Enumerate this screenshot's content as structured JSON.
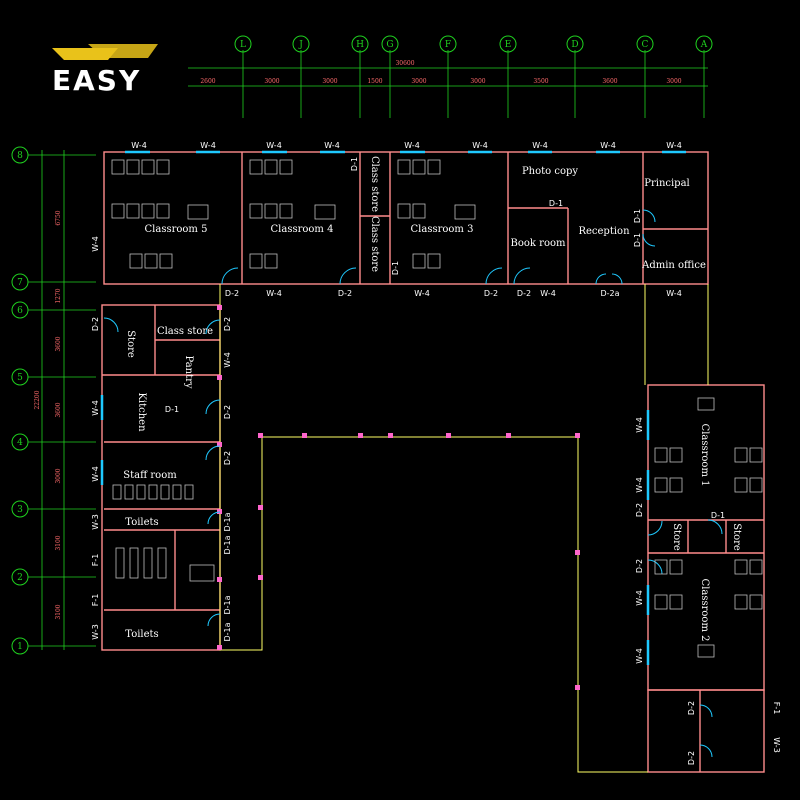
{
  "brand": {
    "name": "EASY",
    "mark_color": "#e9c21a"
  },
  "colors": {
    "wall": "#ff8c8c",
    "grid": "#1fd11f",
    "door": "#1fc9ff",
    "window": "#1fc9ff",
    "furniture": "#bfbfbf",
    "corridor": "#ffff66"
  },
  "axes_top": [
    "L",
    "J",
    "H",
    "G",
    "F",
    "E",
    "D",
    "C",
    "A"
  ],
  "axes_left": [
    "8",
    "7",
    "6",
    "5",
    "4",
    "3",
    "2",
    "1"
  ],
  "dims_top": {
    "total": "30600",
    "spans": [
      "2600",
      "3000",
      "3000",
      "1500",
      "3000",
      "3000",
      "3500",
      "3600",
      "3000"
    ]
  },
  "dims_left": {
    "total": "22200",
    "spans": [
      "6750",
      "1270",
      "3600",
      "3600",
      "3000",
      "3100",
      "3100"
    ]
  },
  "rooms": {
    "classroom5": "Classroom 5",
    "classroom4": "Classroom 4",
    "classroom3": "Classroom 3",
    "class_store_a": "Class store",
    "class_store_b": "Class store",
    "photo_copy": "Photo copy",
    "principal": "Principal",
    "book_room": "Book room",
    "reception": "Reception",
    "admin_office": "Admin office",
    "store_left": "Store",
    "class_store_left": "Class store",
    "pantry": "Pantry",
    "kitchen": "Kitchen",
    "staff_room": "Staff room",
    "toilets_top": "Toilets",
    "toilets_bottom": "Toilets",
    "classroom1": "Classroom 1",
    "classroom2": "Classroom 2",
    "store_r1": "Store",
    "store_r2": "Store"
  },
  "door_tags": {
    "d2": "D-2",
    "d1": "D-1",
    "d2a": "D-2a",
    "d1a": "D-1a",
    "w4": "W-4",
    "w3": "W-3",
    "f1": "F-1"
  }
}
